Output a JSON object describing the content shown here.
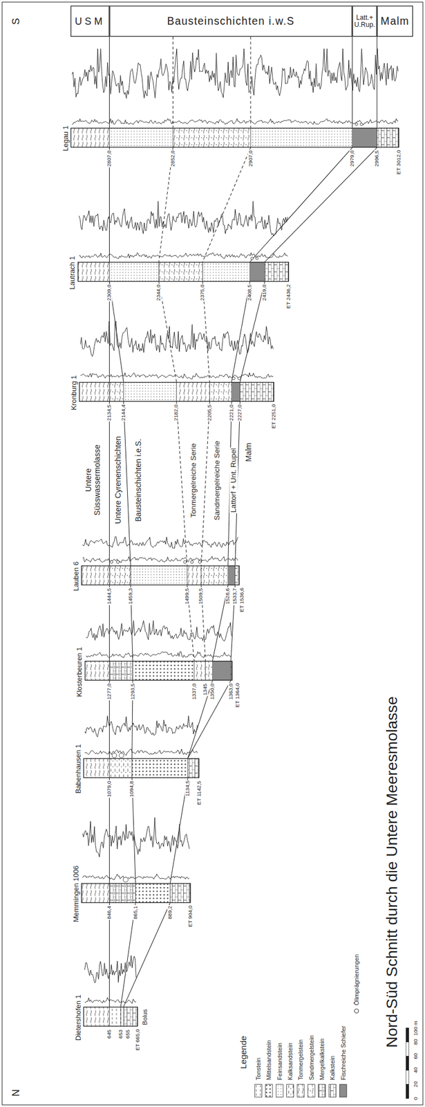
{
  "diagram": {
    "title": "Nord-Süd Schnitt durch die Untere Meeresmolasse",
    "nodes": [
      {
        "text": [
          "USM"
        ]
      },
      {
        "text": [
          "Bausteinschichten i.w.S"
        ]
      },
      {
        "text": [
          "Latt.+ U.Rup."
        ]
      },
      {
        "text": [
          "Malm"
        ]
      },
      {
        "text": [
          "Legau 1"
        ]
      },
      {
        "text": [
          "Lautrach 1"
        ]
      },
      {
        "text": [
          "Kronburg 1"
        ]
      },
      {
        "text": [
          "Lauben 6"
        ]
      },
      {
        "text": [
          "Klosterbeuren 1"
        ]
      },
      {
        "text": [
          "Babenhausen 1"
        ]
      },
      {
        "text": [
          "Memmingen 1006"
        ]
      },
      {
        "text": [
          "Dietershofen 1"
        ]
      }
    ],
    "labels": [
      "S",
      "N",
      "2807,0",
      "2852,0",
      "2907,0",
      "2979,0",
      "2996,5",
      "ET 3012,0",
      "2309,0",
      "2344,0",
      "2375,0",
      "2408,5",
      "2419,0",
      "ET 2436,2",
      "2134,5",
      "2144,4",
      "2182,0",
      "2205,5",
      "2221,0",
      "2227,0",
      "ET 2251,0",
      "1444,5",
      "1459,3",
      "1499,5",
      "1509,5",
      "1528,6",
      "1533,7",
      "ET 1536,6",
      "1277,0",
      "1293,5",
      "1337,0",
      "1345",
      "1350,0",
      "1363,0",
      "ET 1364,0",
      "1079,0",
      "1094,8",
      "1134,5",
      "ET 1142,5",
      "846,4",
      "865,1",
      "889,2",
      "ET 904,0",
      "645",
      "653",
      "655",
      "ET 665,0",
      "Untere Süsswassermolasse",
      "Untere Cyrenenschichten",
      "Bausteinschichten i.e.S.",
      "Tonmergelreiche Serie",
      "Sandmergelreiche Serie",
      "Lattorf + Unt. Rupel",
      "Malm",
      "Bolus",
      "Legende",
      "0",
      "20",
      "40",
      "60",
      "80",
      "100 m"
    ],
    "legend": [
      {
        "text": "Tonstein"
      },
      {
        "text": "Mittelsandstein"
      },
      {
        "text": "Feinsandstein"
      },
      {
        "text": "Kalksandstein"
      },
      {
        "text": "Tonmergelstein"
      },
      {
        "text": "Sandmergelstein"
      },
      {
        "text": "Mergelkalkstein"
      },
      {
        "text": "Kalkstein"
      },
      {
        "text": "Fischreiche Schiefer",
        "color": "#8c8c8c"
      },
      {
        "text": "Ölimprägnierungen"
      }
    ]
  }
}
